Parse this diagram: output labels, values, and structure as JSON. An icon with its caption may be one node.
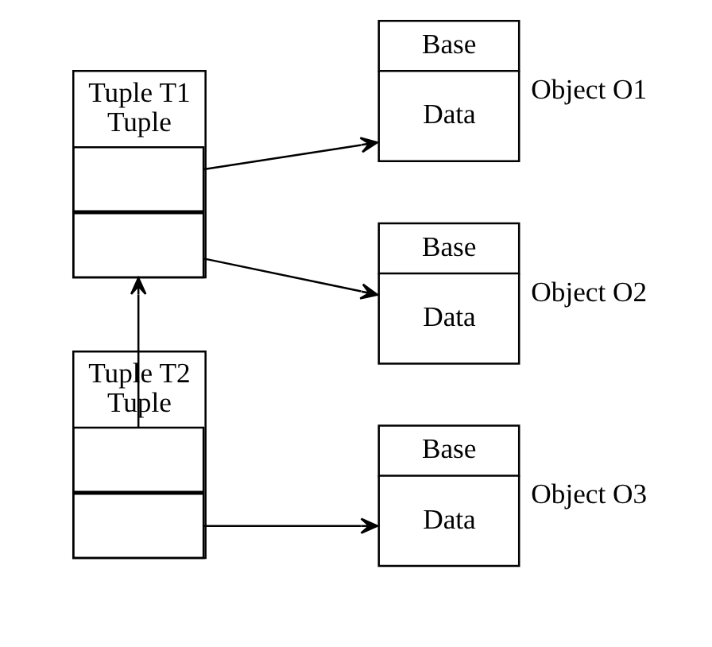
{
  "diagram": {
    "nodes": [
      {
        "text": [
          "Tuple T1",
          "Tuple"
        ]
      },
      {
        "text": [],
        "shape": "box",
        "in": 0
      },
      {
        "text": [],
        "shape": "box",
        "in": 0
      },
      {
        "text": [
          "Base",
          "Data"
        ],
        "beside": [
          "Object O1"
        ]
      },
      {
        "text": [
          "Base",
          "Data"
        ],
        "beside": [
          "Object O2"
        ]
      },
      {
        "text": [
          "Tuple T2",
          "Tuple"
        ]
      },
      {
        "text": [],
        "shape": "box",
        "in": 5
      },
      {
        "text": [],
        "shape": "box",
        "in": 5
      },
      {
        "text": [
          "Base",
          "Data"
        ],
        "beside": [
          "Object O3"
        ]
      }
    ],
    "edges": [
      {
        "from": 1,
        "to": 3,
        "arrow": "to"
      },
      {
        "from": 2,
        "to": 4,
        "arrow": "to"
      },
      {
        "from": 6,
        "to": 2,
        "arrow": "to"
      },
      {
        "from": 7,
        "to": 8,
        "arrow": "to"
      }
    ]
  }
}
